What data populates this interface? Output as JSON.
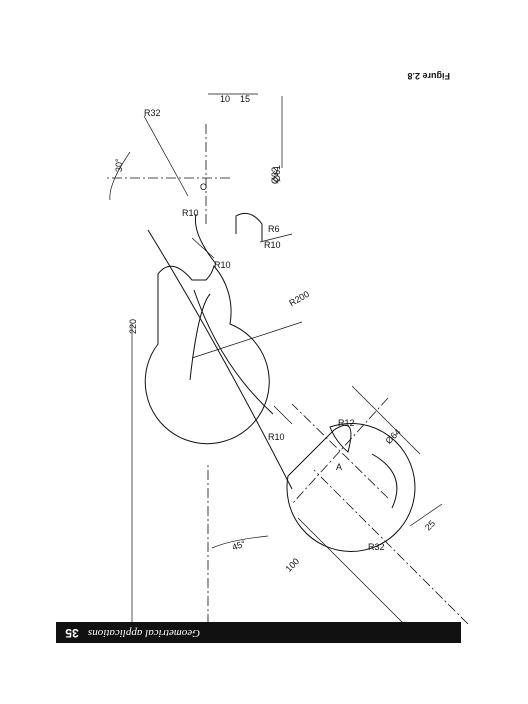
{
  "footer": {
    "page_number": "35",
    "running_title": "Geometrical applications"
  },
  "figure": {
    "caption": "Figure 2.8"
  },
  "dimensions": {
    "r32_top": "R32",
    "dia_61": "Ø61",
    "dia_32": "Ø32",
    "len_10": "10",
    "len_15": "15",
    "angle_30": "30°",
    "point_o": "O",
    "r10_a": "R10",
    "r6": "R6",
    "r10_b": "R10",
    "r10_c": "R10",
    "r200": "R200",
    "len_220": "220",
    "r10_d": "R10",
    "r12": "R12",
    "dia_64": "Ø64",
    "point_a": "A",
    "len_25": "25",
    "r32_bottom": "R32",
    "angle_45": "45°",
    "len_100": "100"
  }
}
